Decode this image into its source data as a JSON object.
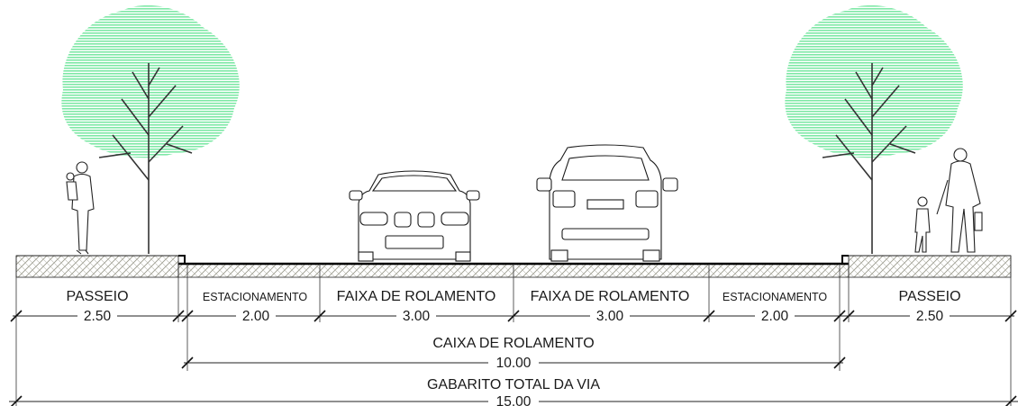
{
  "colors": {
    "foliage": "#7ee8a6",
    "foliage_dark": "#4fd089",
    "pavement_hatch": "#9b9b8e",
    "line": "#111111"
  },
  "segments": [
    {
      "label": "PASSEIO",
      "value": "2.50"
    },
    {
      "label": "ESTACIONAMENTO",
      "value": "2.00"
    },
    {
      "label": "FAIXA DE ROLAMENTO",
      "value": "3.00"
    },
    {
      "label": "FAIXA DE ROLAMENTO",
      "value": "3.00"
    },
    {
      "label": "ESTACIONAMENTO",
      "value": "2.00"
    },
    {
      "label": "PASSEIO",
      "value": "2.50"
    }
  ],
  "caixa": {
    "label": "CAIXA DE ROLAMENTO",
    "value": "10.00"
  },
  "gabarito": {
    "label": "GABARITO TOTAL DA VIA",
    "value": "15.00"
  },
  "icons": [
    "tree-icon",
    "pedestrian-icon",
    "car-front-icon",
    "suv-rear-icon"
  ]
}
